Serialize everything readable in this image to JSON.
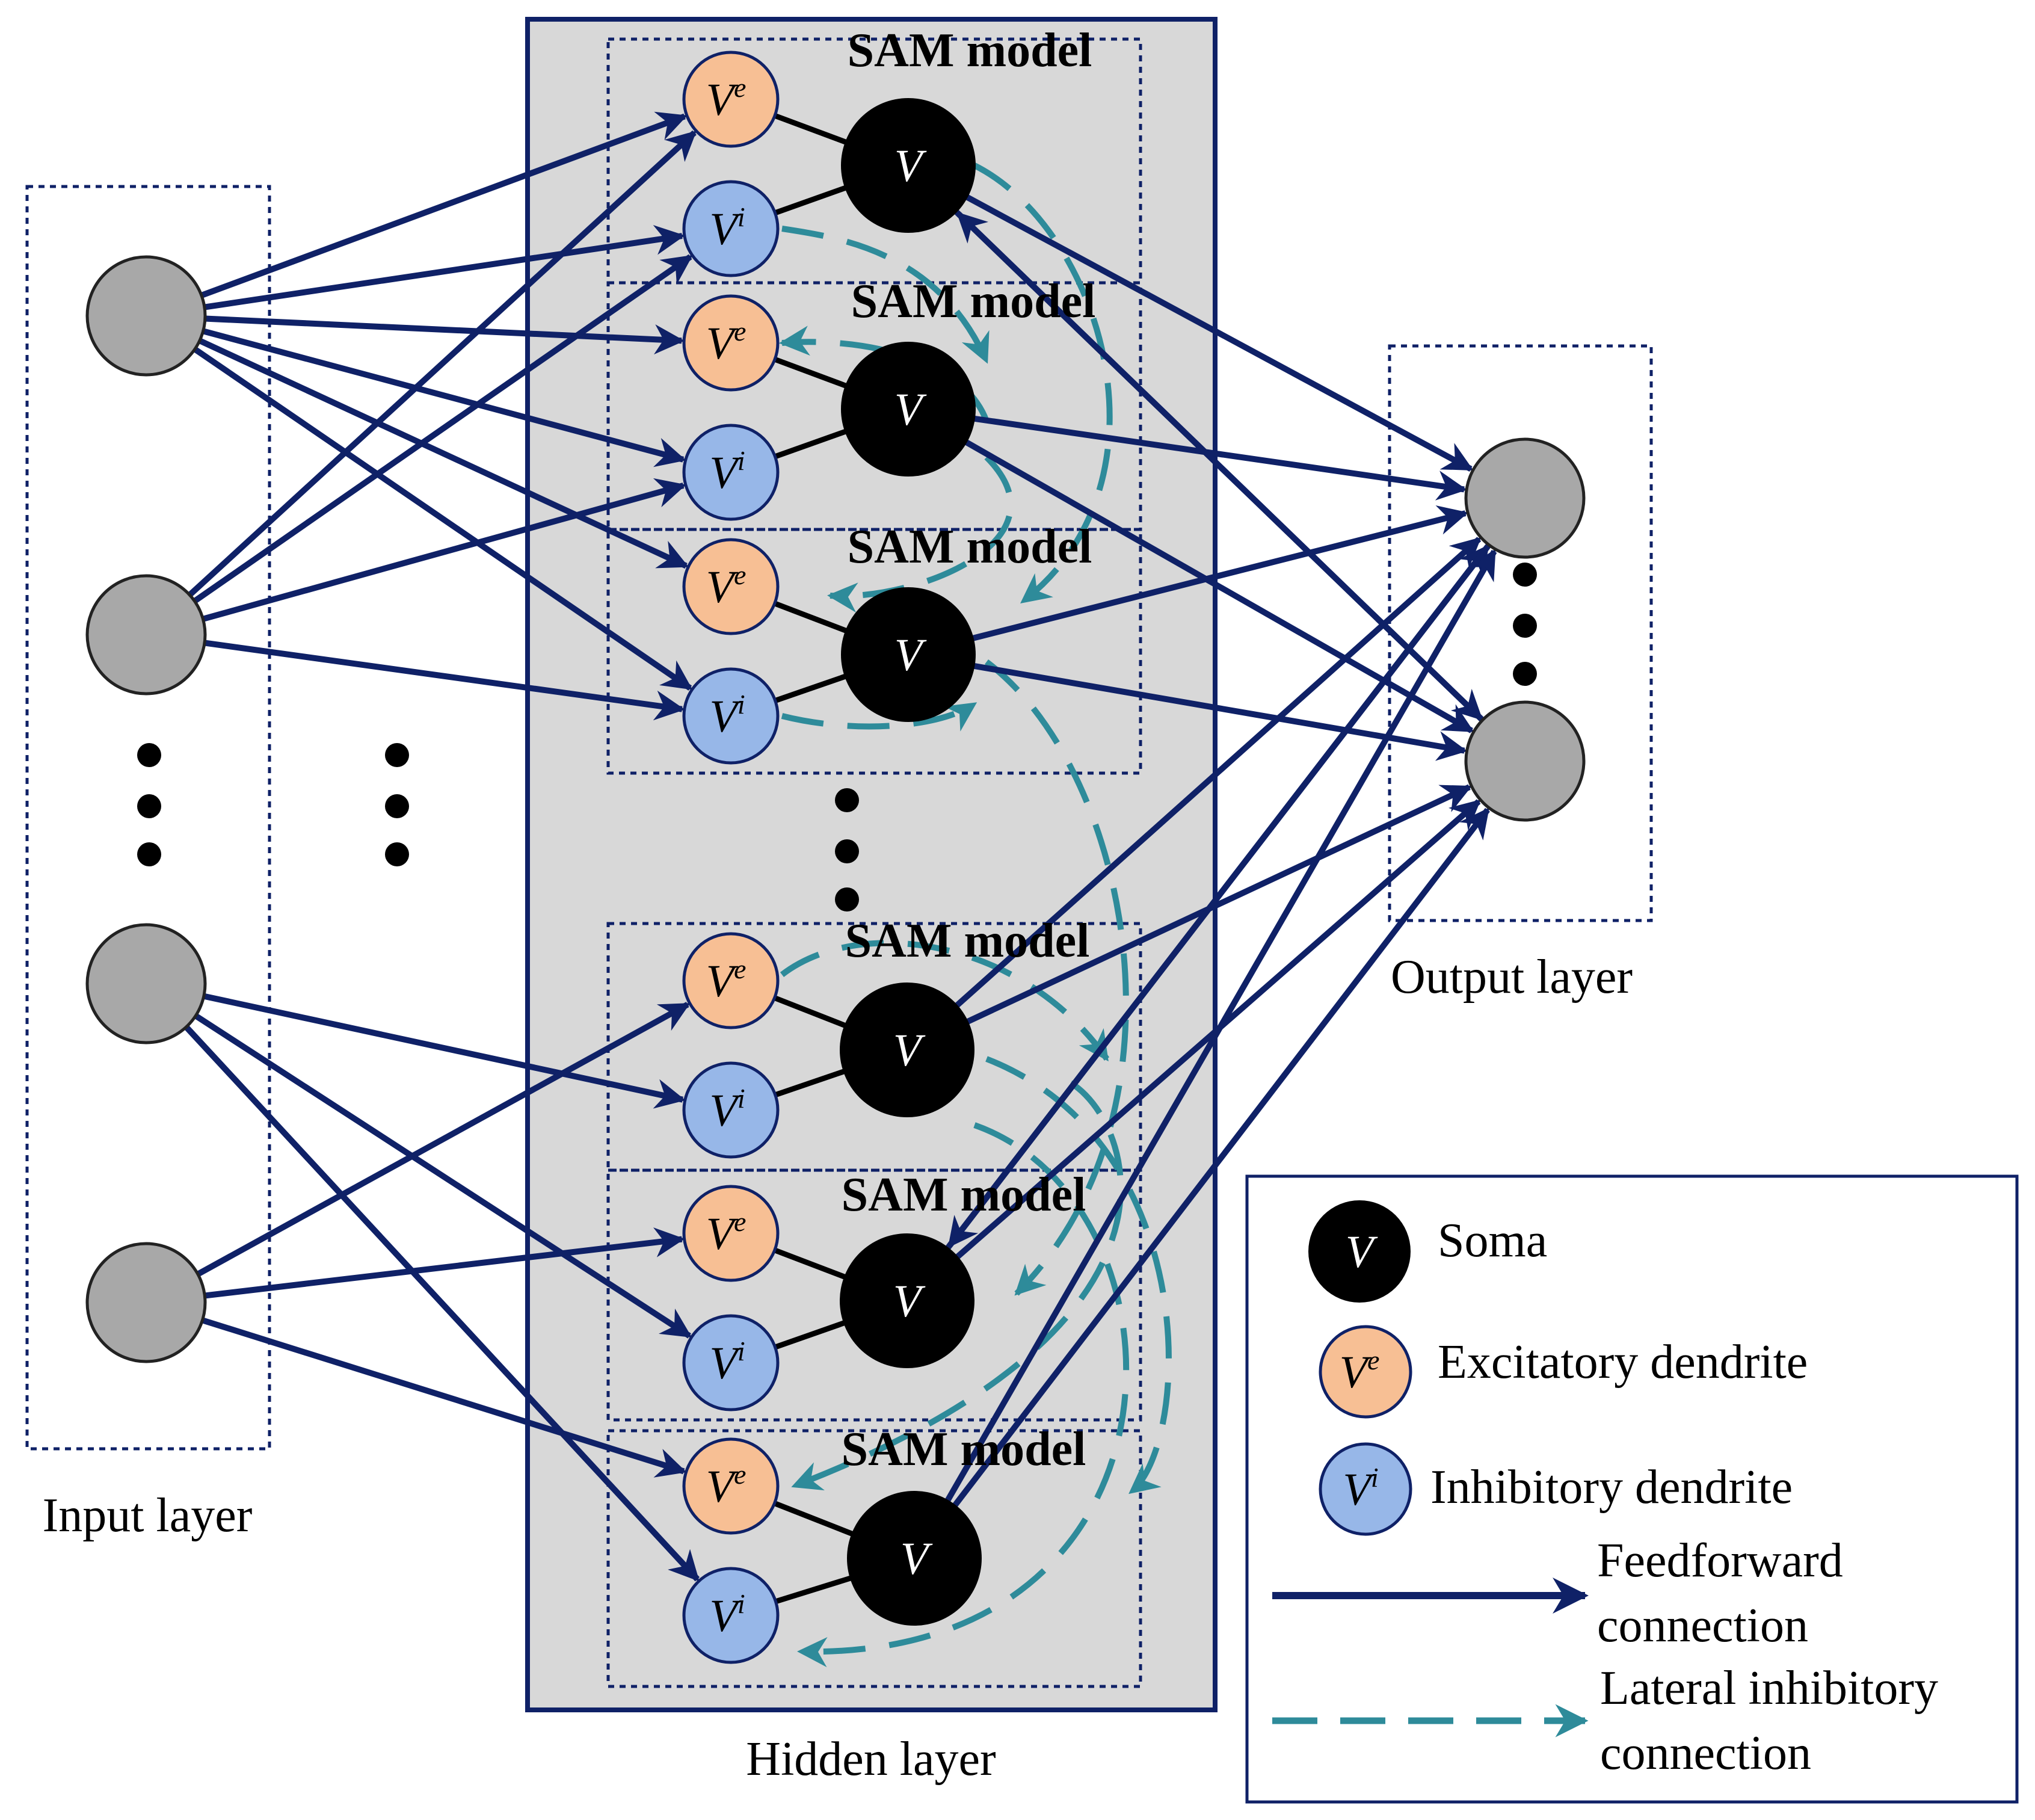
{
  "layers": {
    "input": "Input layer",
    "hidden": "Hidden layer",
    "output": "Output layer"
  },
  "sam_blocks": [
    {
      "title": "SAM model"
    },
    {
      "title": "SAM model"
    },
    {
      "title": "SAM model"
    },
    {
      "title": "SAM model"
    },
    {
      "title": "SAM model"
    },
    {
      "title": "SAM model"
    }
  ],
  "symbols": {
    "soma": "V",
    "dendrite": "V",
    "excitatory_sup": "e",
    "inhibitory_sup": "i"
  },
  "legend": {
    "soma": "Soma",
    "excitatory": "Excitatory dendrite",
    "inhibitory": "Inhibitory dendrite",
    "feedforward_line1": "Feedforward",
    "feedforward_line2": "connection",
    "lateral_line1": "Lateral inhibitory",
    "lateral_line2": "connection"
  },
  "colors": {
    "feedforward": "#0f2167",
    "lateral": "#2e8b9a",
    "hidden_bg": "#d8d8d8",
    "node_gray": "#a8a8a8",
    "excitatory": "#f7bf94",
    "inhibitory": "#97b7e8",
    "soma": "#000000"
  }
}
